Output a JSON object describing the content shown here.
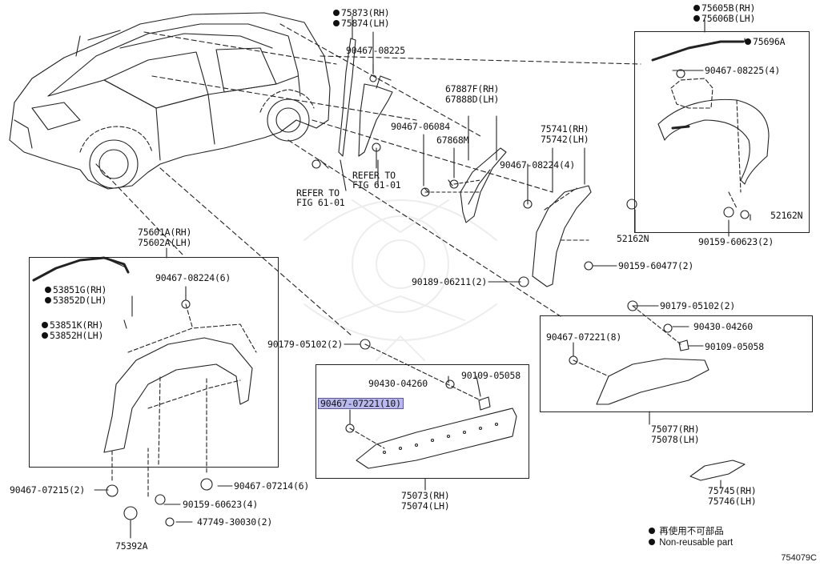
{
  "labels": {
    "p75873": "75873(RH)",
    "p75874": "75874(LH)",
    "p90467_08225a": "90467-08225",
    "refer1a": "REFER TO",
    "refer1b": "FIG 61-01",
    "refer2a": "REFER TO",
    "refer2b": "FIG 61-01",
    "p67887f": "67887F(RH)",
    "p67888d": "67888D(LH)",
    "p90467_06084": "90467-06084",
    "p67868m": "67868M",
    "p75741": "75741(RH)",
    "p75742": "75742(LH)",
    "p90467_08224_4": "90467-08224(4)",
    "p75605b": "75605B(RH)",
    "p75606b": "75606B(LH)",
    "p75696a": "75696A",
    "p90467_08225_4": "90467-08225(4)",
    "p52162n_a": "52162N",
    "p52162n_b": "52162N",
    "p90159_60623_2": "90159-60623(2)",
    "p90159_60477_2": "90159-60477(2)",
    "p90189_06211_2": "90189-06211(2)",
    "p75601a": "75601A(RH)",
    "p75602a": "75602A(LH)",
    "p90467_08224_6": "90467-08224(6)",
    "p53851g": "53851G(RH)",
    "p53852d": "53852D(LH)",
    "p53851k": "53851K(RH)",
    "p53852h": "53852H(LH)",
    "p90467_07215_2": "90467-07215(2)",
    "p90467_07214_6": "90467-07214(6)",
    "p90159_60623_4": "90159-60623(4)",
    "p47749": "47749-30030(2)",
    "p75392a": "75392A",
    "p90179_05102_2a": "90179-05102(2)",
    "p90430_04260a": "90430-04260",
    "p90109_05058a": "90109-05058",
    "p90467_07221_10": "90467-07221(10)",
    "p75073": "75073(RH)",
    "p75074": "75074(LH)",
    "p90179_05102_2b": "90179-05102(2)",
    "p90430_04260b": "90430-04260",
    "p90467_07221_8": "90467-07221(8)",
    "p90109_05058b": "90109-05058",
    "p75077": "75077(RH)",
    "p75078": "75078(LH)",
    "p75745": "75745(RH)",
    "p75746": "75746(LH)"
  },
  "legend": {
    "line_jp": "再使用不可部品",
    "line_en": "Non-reusable part"
  },
  "figure_code": "754079C",
  "colors": {
    "highlight": "#b9b9f0",
    "line": "#222222"
  }
}
